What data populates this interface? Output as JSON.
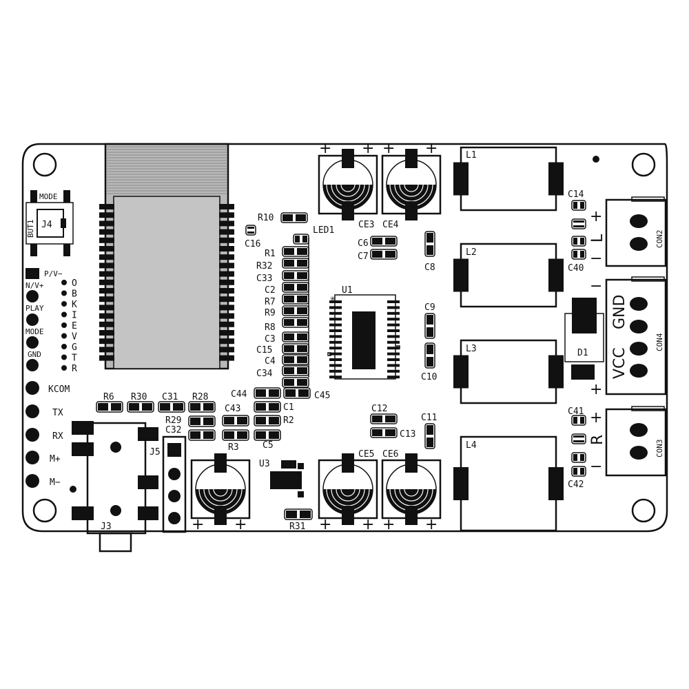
{
  "labels": {
    "mode_btn": "MODE",
    "but1": "BUT1",
    "j4": "J4",
    "pv": "P/V−",
    "nv": "N/V+",
    "play": "PLAY",
    "mode": "MODE",
    "gnd": "GND",
    "kcom": "KCOM",
    "tx": "TX",
    "rx": "RX",
    "mplus": "M+",
    "mminus": "M−",
    "obk": [
      "O",
      "B",
      "K",
      "I",
      "E",
      "V",
      "G",
      "T",
      "R"
    ],
    "r10": "R10",
    "led1": "LED1",
    "c16": "C16",
    "r1": "R1",
    "r32": "R32",
    "c33": "C33",
    "c2": "C2",
    "r7": "R7",
    "r9": "R9",
    "r8": "R8",
    "c3": "C3",
    "c15": "C15",
    "c4": "C4",
    "c34": "C34",
    "c44": "C44",
    "c45": "C45",
    "c1": "C1",
    "r2": "R2",
    "c43": "C43",
    "c5": "C5",
    "r6": "R6",
    "r30": "R30",
    "c31": "C31",
    "r28": "R28",
    "r29": "R29",
    "c32": "C32",
    "r3": "R3",
    "u3": "U3",
    "r31": "R31",
    "j5": "J5",
    "j3": "J3",
    "ce3": "CE3",
    "ce4": "CE4",
    "ce5": "CE5",
    "ce6": "CE6",
    "c6": "C6",
    "c7": "C7",
    "c8": "C8",
    "c9": "C9",
    "c10": "C10",
    "c11": "C11",
    "c12": "C12",
    "c13": "C13",
    "u1": "U1",
    "l1": "L1",
    "l2": "L2",
    "l3": "L3",
    "l4": "L4",
    "c14": "C14",
    "c40": "C40",
    "c41": "C41",
    "c42": "C42",
    "con2": "CON2",
    "con3": "CON3",
    "con4": "CON4",
    "d1": "D1",
    "l_side": "L",
    "r_side": "R",
    "vcc": "VCC",
    "gndbig": "GND",
    "plus": "+",
    "minus": "−"
  }
}
